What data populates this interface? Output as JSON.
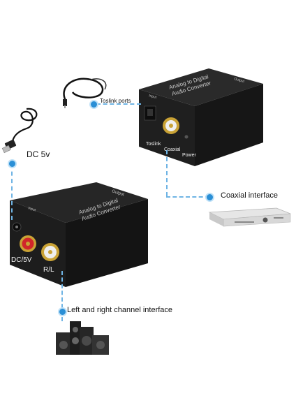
{
  "callouts": {
    "toslink_ports": "Toslink ports",
    "dc_5v": "DC 5v",
    "coaxial_interface": "Coaxial  interface",
    "lr_channel": "Left and right channel interface"
  },
  "rear_converter": {
    "label_line1": "Analog to Digital",
    "label_line2": "Audio Converter",
    "top_left_tag": "Input",
    "side_tag": "Output",
    "port_toslink": "Toslink",
    "port_coaxial": "Coaxial",
    "port_power": "Power"
  },
  "front_converter": {
    "label_line1": "Analog to Digital",
    "label_line2": "Audio Converter",
    "top_tag": "Output",
    "side_tag": "Input",
    "port_dc": "DC/5V",
    "port_rl": "R/L"
  },
  "icons": {
    "cable": "audio-cable-icon",
    "usb": "usb-power-cable-icon",
    "amp": "av-receiver-icon",
    "speakers": "speaker-system-icon"
  },
  "colors": {
    "accent": "#2a8fd6",
    "device": "#1b1b1b",
    "rca_red": "#d0262a",
    "rca_white": "#e8e8e8",
    "gold": "#d4b24a"
  }
}
